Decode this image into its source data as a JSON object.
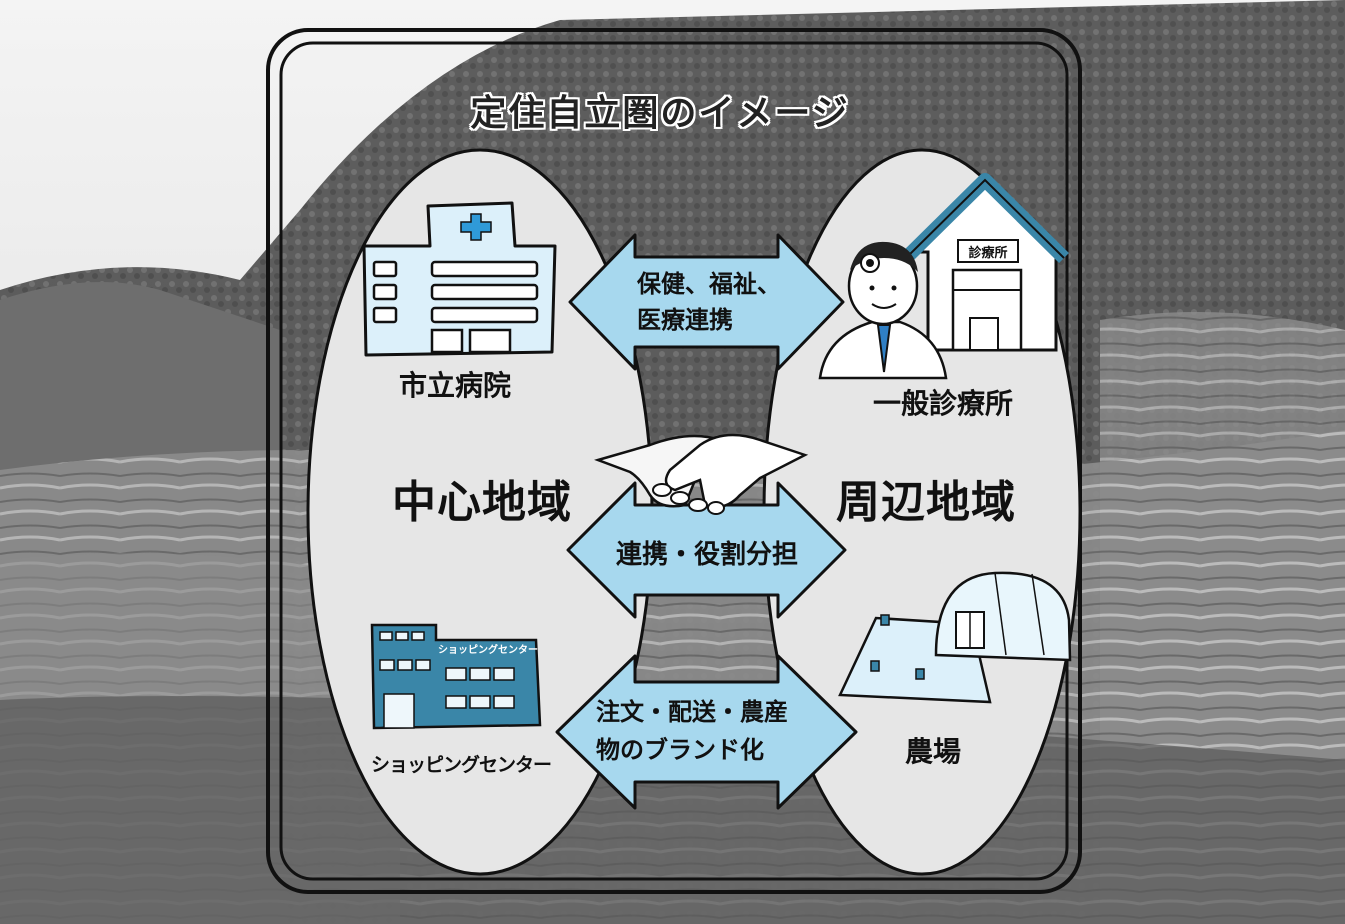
{
  "diagram": {
    "title": "定住自立圏のイメージ",
    "left_region": {
      "name": "中心地域",
      "hospital": "市立病院",
      "shopping_center": "ショッピングセンター",
      "shopping_sign": "ショッピングセンター"
    },
    "right_region": {
      "name": "周辺地域",
      "clinic": "一般診療所",
      "clinic_sign": "診療所",
      "farm": "農場"
    },
    "links": {
      "top": [
        "保健、福祉、",
        "医療連携"
      ],
      "middle": "連携・役割分担",
      "bottom": [
        "注文・配送・農産",
        "物のブランド化"
      ]
    },
    "colors": {
      "arrow_fill": "#a7d8ee",
      "oval_fill": "#e8e8e8",
      "building_teal": "#3a86a8",
      "hospital_fill": "#dcf0fa"
    }
  }
}
